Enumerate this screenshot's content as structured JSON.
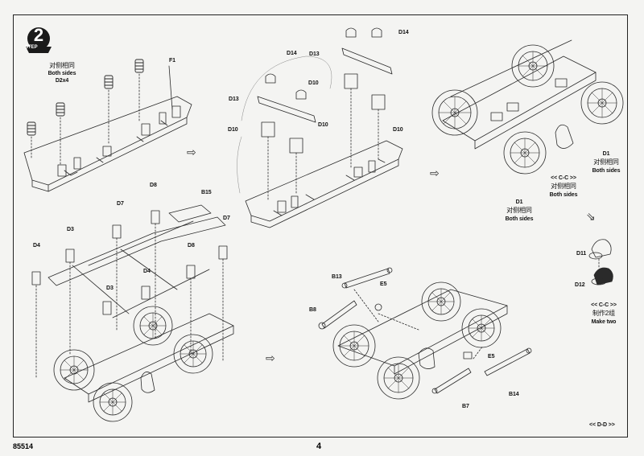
{
  "step": {
    "word": "STEP",
    "number": "2"
  },
  "footer": {
    "kit_number": "85514",
    "page_number": "4"
  },
  "labels": {
    "f1": "F1",
    "both_sides_cn_1": "对侧相同",
    "both_sides_1": "Both sides",
    "d2x4": "D2x4",
    "d14_a": "D14",
    "d14_b": "D14",
    "d13_a": "D13",
    "d13_b": "D13",
    "d10_a": "D10",
    "d10_b": "D10",
    "d10_c": "D10",
    "d10_d": "D10",
    "d1_right": "D1",
    "both_sides_cn_2": "对侧相同",
    "both_sides_2": "Both sides",
    "cc_view_1": "<< C-C >>",
    "both_sides_cn_3": "对侧相同",
    "both_sides_3": "Both sides",
    "d1_bottom": "D1",
    "both_sides_cn_4": "对侧相同",
    "both_sides_4": "Both sides",
    "d8_a": "D8",
    "b15": "B15",
    "d7_a": "D7",
    "d7_b": "D7",
    "d3_a": "D3",
    "d4_a": "D4",
    "d8_b": "D8",
    "d4_b": "D4",
    "d3_b": "D3",
    "d11": "D11",
    "d12": "D12",
    "cc_view_2": "<< C-C >>",
    "make_two_cn": "制作2组",
    "make_two": "Make two",
    "b13": "B13",
    "e5_a": "E5",
    "b8": "B8",
    "e5_b": "E5",
    "b7": "B7",
    "b14": "B14",
    "dd_view": "<< D-D >>"
  },
  "icons": [
    "step-badge-icon",
    "flow-arrow-icon"
  ]
}
